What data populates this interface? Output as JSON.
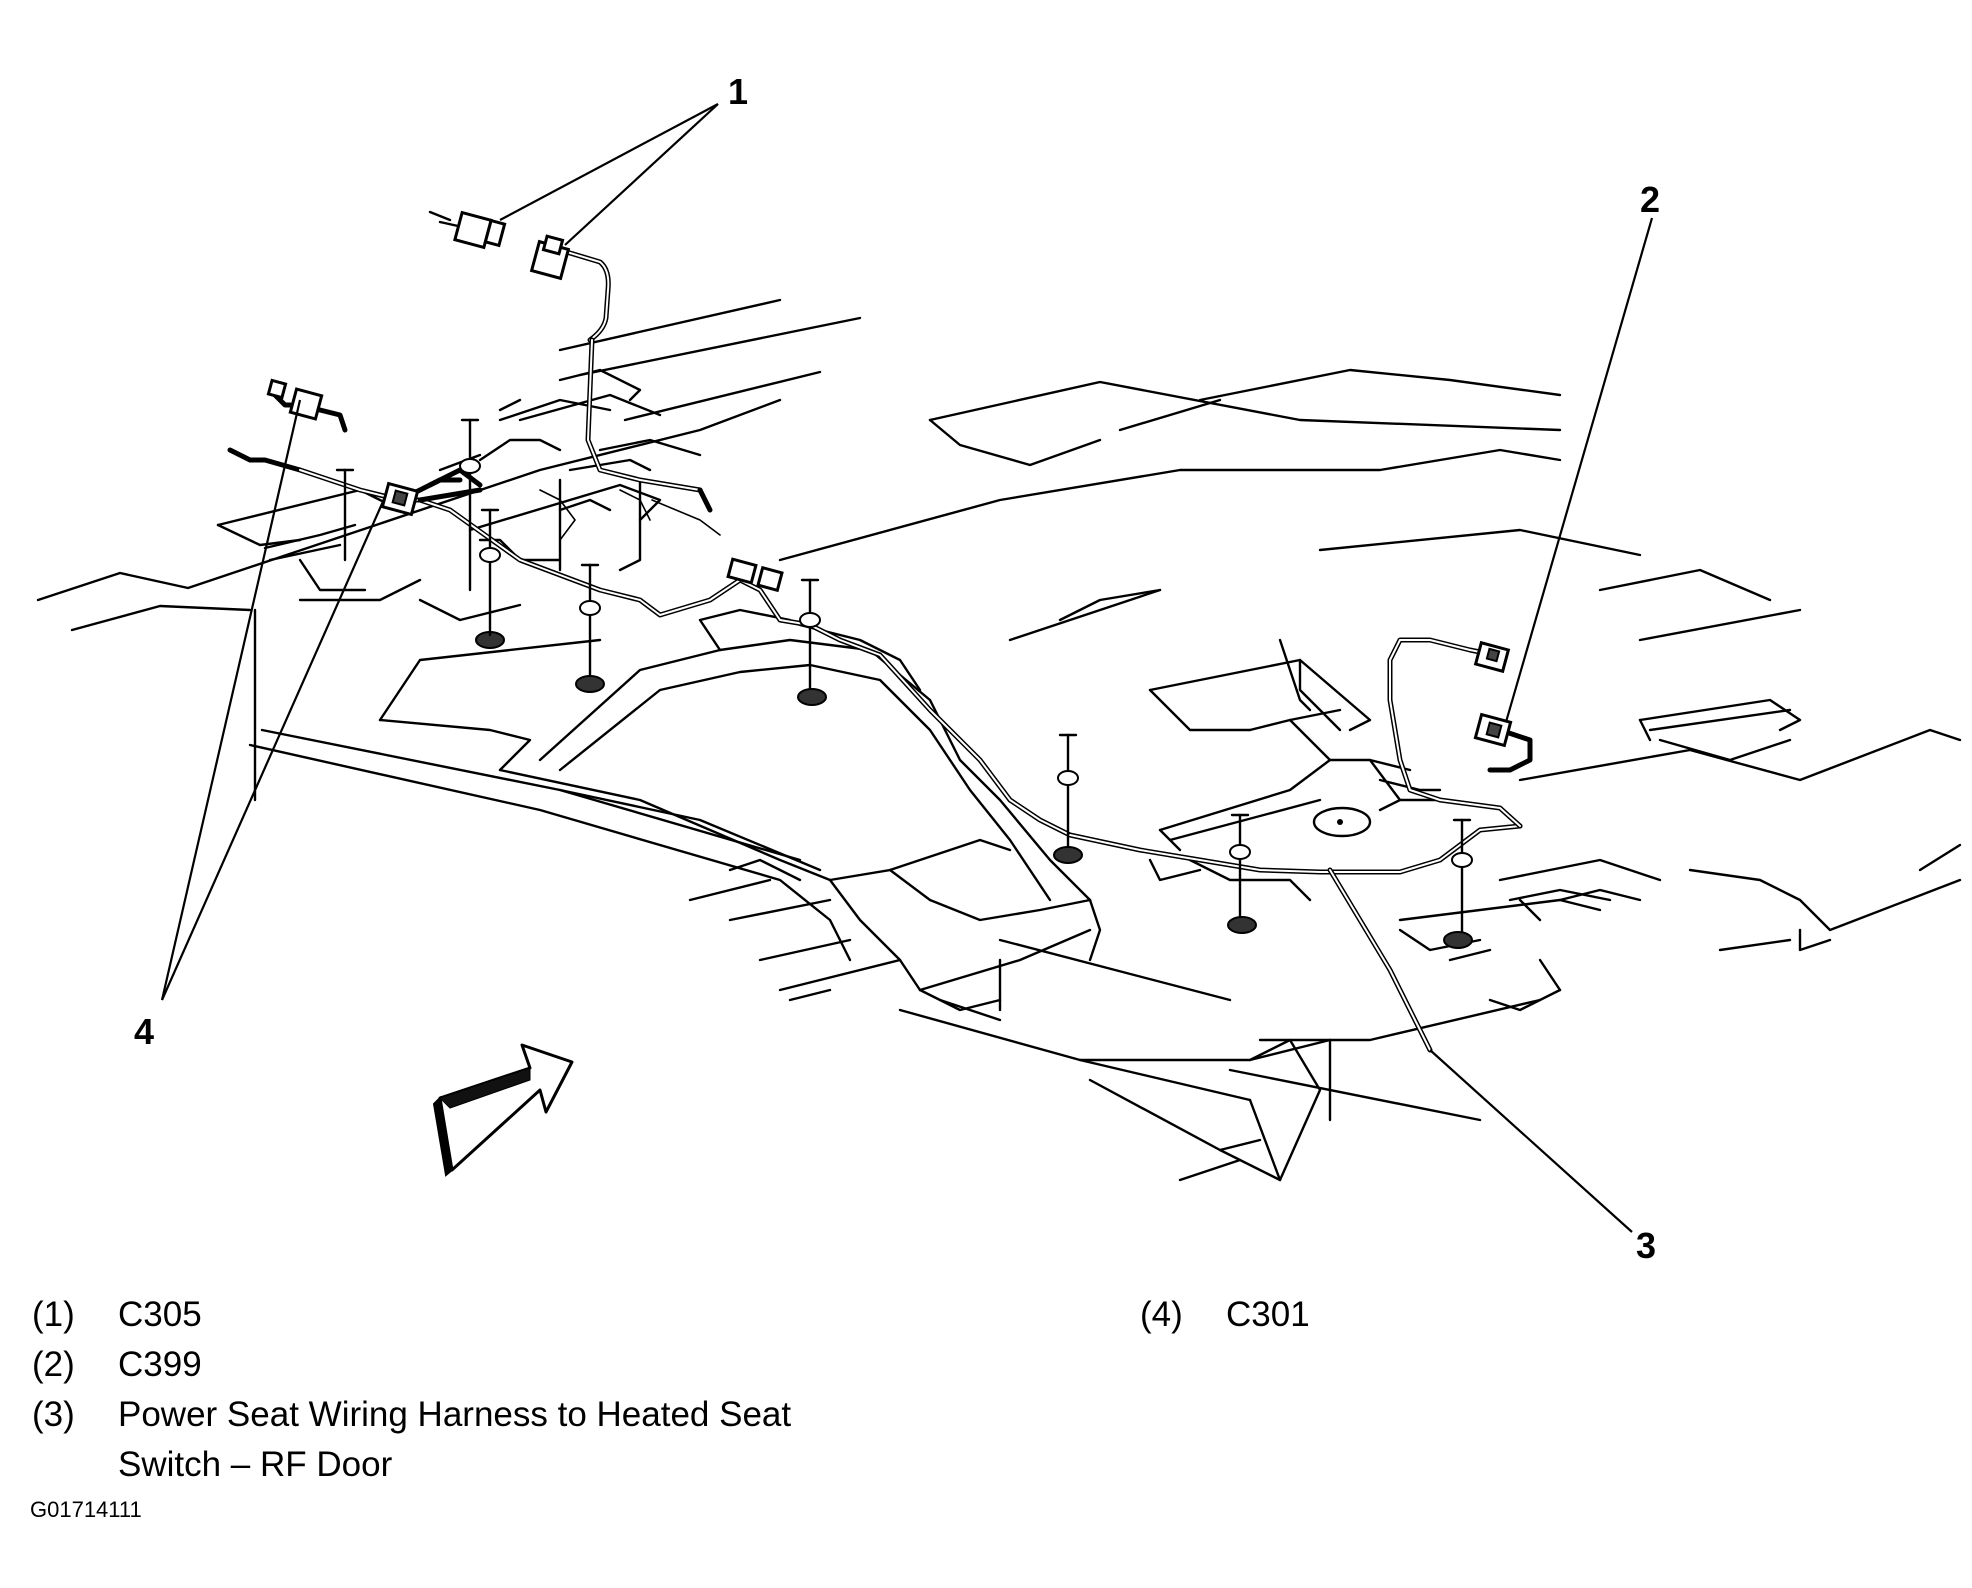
{
  "callouts": [
    "1",
    "2",
    "3",
    "4"
  ],
  "legend": [
    {
      "num": "(1)",
      "text": "C305"
    },
    {
      "num": "(2)",
      "text": "C399"
    },
    {
      "num": "(3)",
      "text": "Power Seat Wiring Harness to Heated Seat",
      "text2": "Switch – RF Door"
    },
    {
      "num": "(4)",
      "text": "C301"
    }
  ],
  "figure_id": "G01714111"
}
